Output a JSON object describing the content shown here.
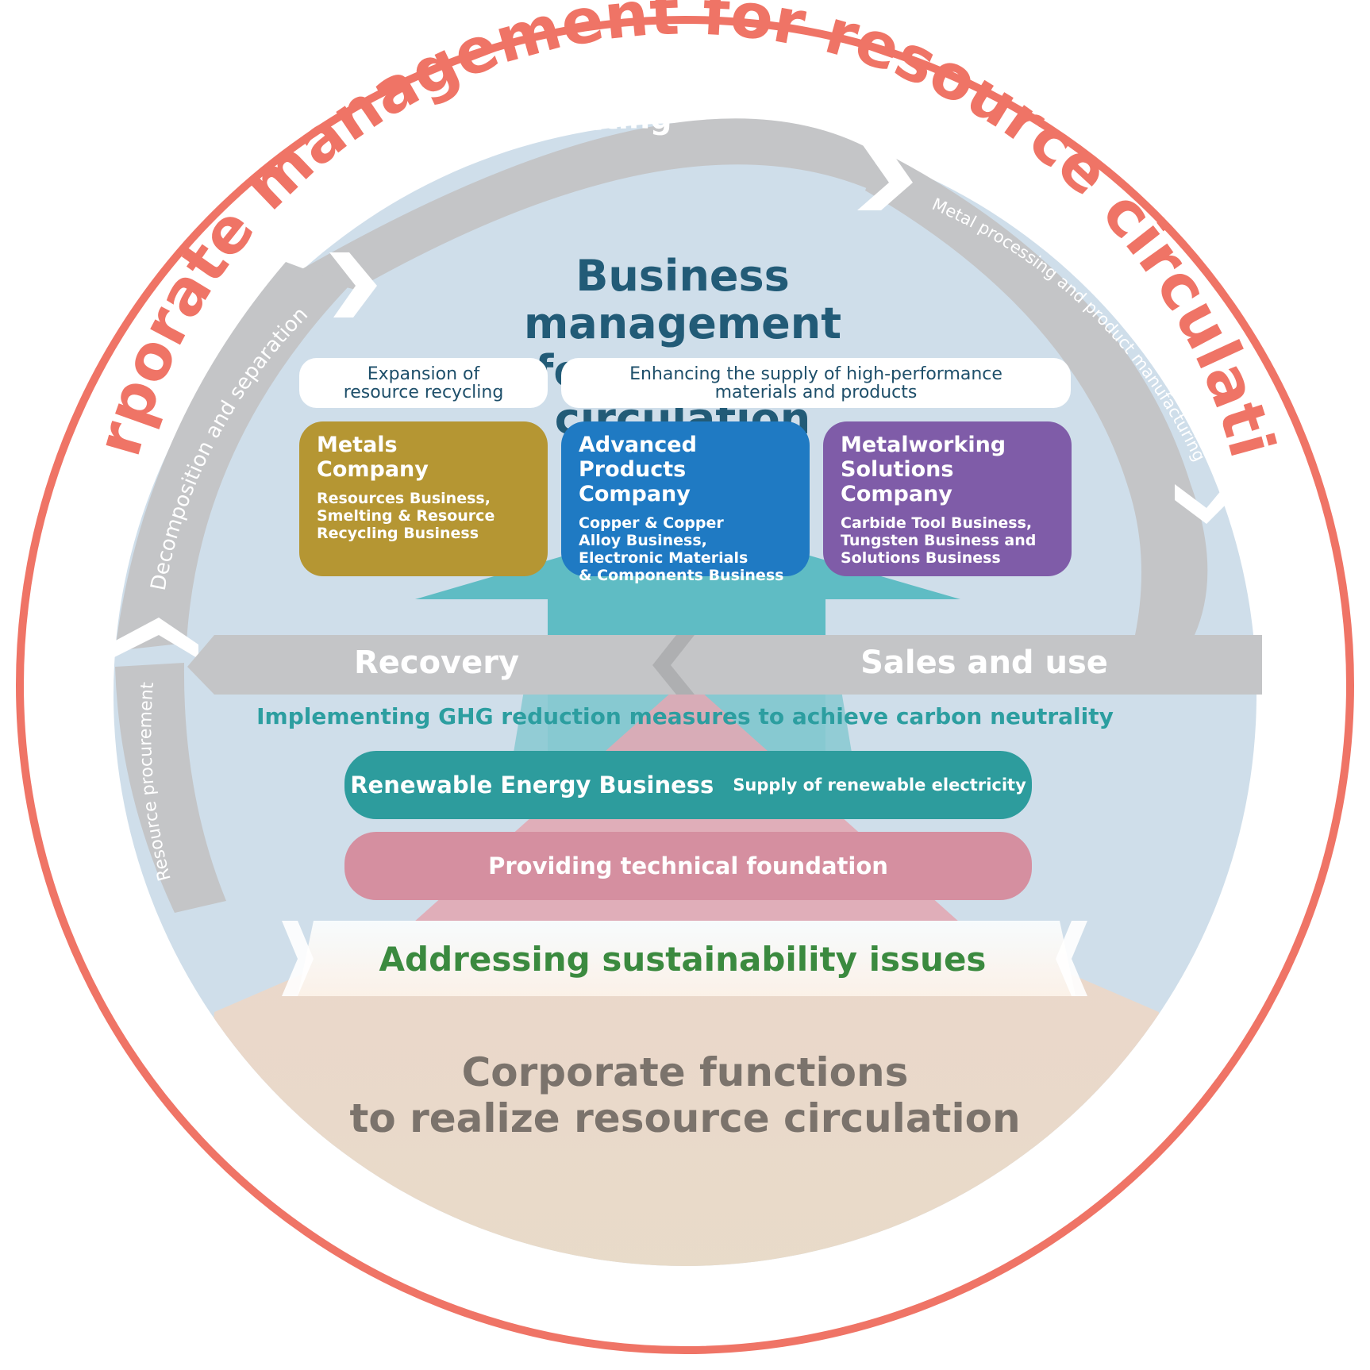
{
  "outer_title": "Corporate management for resource circulation",
  "cycle": {
    "smelting": "Smelting",
    "metal_processing": "Metal processing and product manufacturing",
    "decomposition": "Decomposition and separation",
    "resource_procurement": "Resource procurement",
    "recovery": "Recovery",
    "sales_and_use": "Sales and use"
  },
  "business": {
    "title_line1": "Business management",
    "title_line2": "for resource circulation",
    "pill_recycling": [
      "Expansion of",
      "resource recycling"
    ],
    "pill_supply": [
      "Enhancing the supply of high-performance",
      "materials and products"
    ]
  },
  "companies": [
    {
      "name": "Metals\nCompany",
      "desc": "Resources Business,\nSmelting & Resource\nRecycling Business",
      "color": "#b59633"
    },
    {
      "name": "Advanced\nProducts Company",
      "desc": "Copper & Copper\nAlloy Business,\nElectronic Materials\n& Components Business",
      "color": "#1f7ac3"
    },
    {
      "name": "Metalworking\nSolutions Company",
      "desc": "Carbide Tool Business,\nTungsten Business and\nSolutions Business",
      "color": "#7f5ca8"
    }
  ],
  "ghg_text": "Implementing GHG reduction measures to achieve carbon neutrality",
  "renewable": {
    "title": "Renewable Energy Business",
    "sub": "Supply of renewable electricity"
  },
  "technical": "Providing technical foundation",
  "sustainability": "Addressing sustainability issues",
  "corporate_functions": {
    "line1": "Corporate functions",
    "line2": "to realize resource circulation"
  },
  "colors": {
    "outer_ring": "#ef7466",
    "gray_arrow": "#c4c5c7",
    "inner_bg": "#cfdeea",
    "teal_arrow": "#5fbcc4",
    "pink": "#d58fa0",
    "renewable": "#2d9c9d",
    "base": "#ebdfca",
    "title_blue": "#225b77"
  }
}
